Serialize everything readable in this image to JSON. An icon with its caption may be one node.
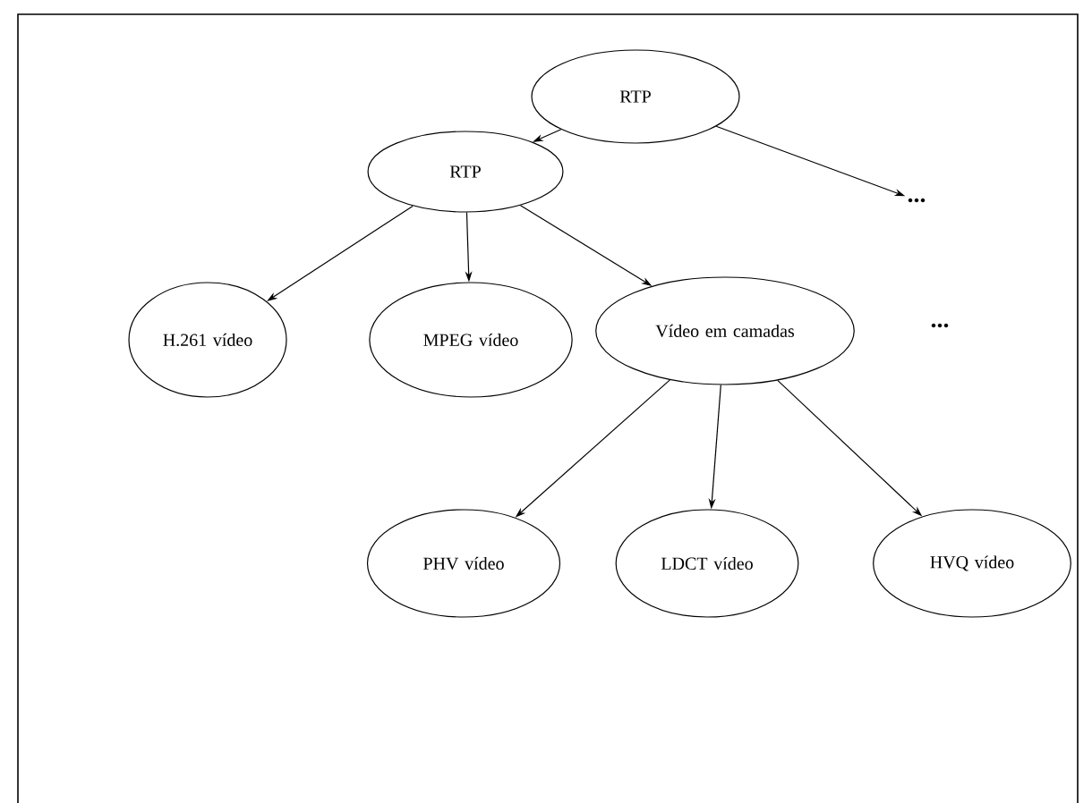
{
  "diagram": {
    "nodes": [
      {
        "text": [
          "RTP"
        ]
      },
      {
        "text": [
          "RTP"
        ]
      },
      {
        "text": [
          "..."
        ]
      },
      {
        "text": [
          "H.261 vídeo"
        ]
      },
      {
        "text": [
          "MPEG vídeo"
        ]
      },
      {
        "text": [
          "Vídeo em camadas"
        ]
      },
      {
        "text": [
          "PHV vídeo"
        ]
      },
      {
        "text": [
          "LDCT vídeo"
        ]
      },
      {
        "text": [
          "HVQ vídeo"
        ]
      }
    ],
    "edges": [
      {
        "from": 0,
        "to": 1,
        "arrow": "to"
      },
      {
        "from": 0,
        "to": 2,
        "arrow": "to"
      },
      {
        "from": 1,
        "to": 3,
        "arrow": "to"
      },
      {
        "from": 1,
        "to": 4,
        "arrow": "to"
      },
      {
        "from": 1,
        "to": 5,
        "arrow": "to"
      },
      {
        "from": 5,
        "to": 6,
        "arrow": "to"
      },
      {
        "from": 5,
        "to": 7,
        "arrow": "to"
      },
      {
        "from": 5,
        "to": 8,
        "arrow": "to"
      }
    ],
    "labels": [
      "..."
    ]
  }
}
